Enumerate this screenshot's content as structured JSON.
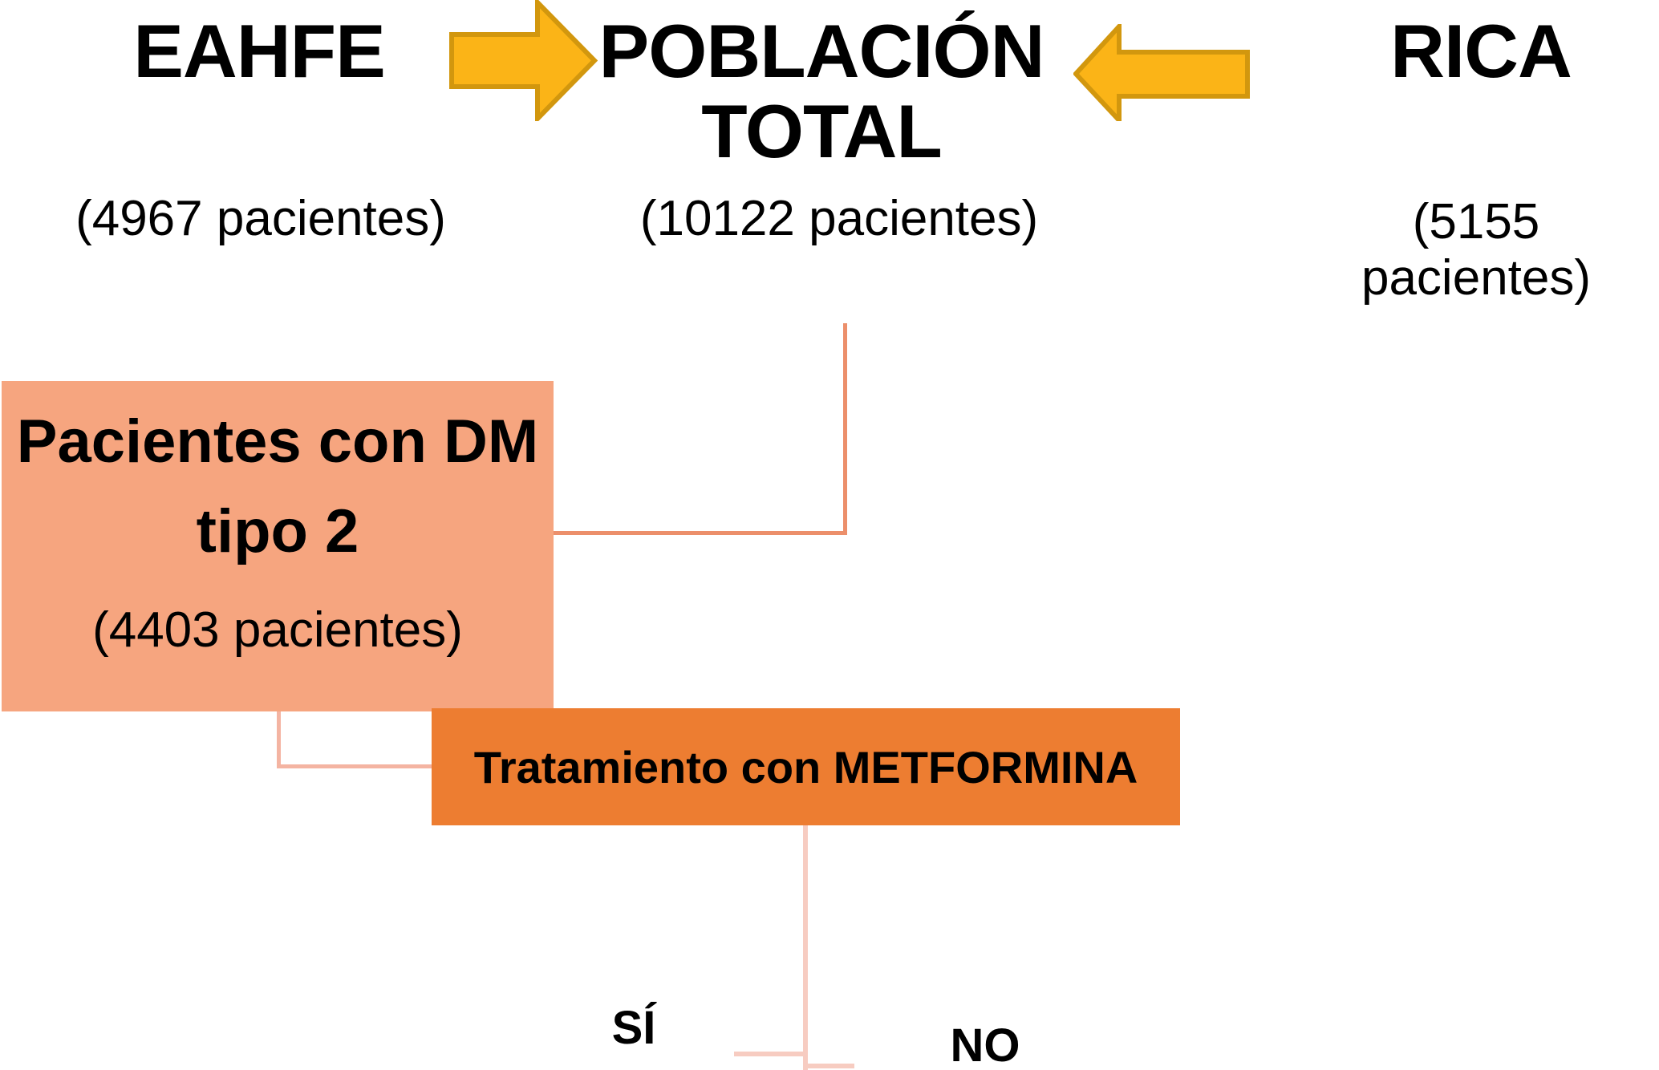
{
  "diagram": {
    "sources": {
      "eahfe": {
        "title": "EAHFE",
        "count": "(4967 pacientes)"
      },
      "total": {
        "title_line1": "POBLACIÓN",
        "title_line2": "TOTAL",
        "count": "(10122 pacientes)"
      },
      "rica": {
        "title": "RICA",
        "count": "(5155 pacientes)"
      }
    },
    "dm_box": {
      "title_line1": "Pacientes con DM",
      "title_line2": "tipo 2",
      "count": "(4403 pacientes)"
    },
    "metformina_box": {
      "label": "Tratamiento con METFORMINA"
    },
    "branches": {
      "yes": "SÍ",
      "no": "NO"
    }
  },
  "colors": {
    "background": "#FFFFFF",
    "text": "#000000",
    "arrow_fill": "#FBB417",
    "arrow_border": "#D2970E",
    "dm_box_fill": "#F6A57F",
    "metformina_box_fill": "#ED7D31",
    "connector_total": "#EC8F6B",
    "connector_dm": "#F4B4A2",
    "connector_split": "#F7CCC1"
  }
}
